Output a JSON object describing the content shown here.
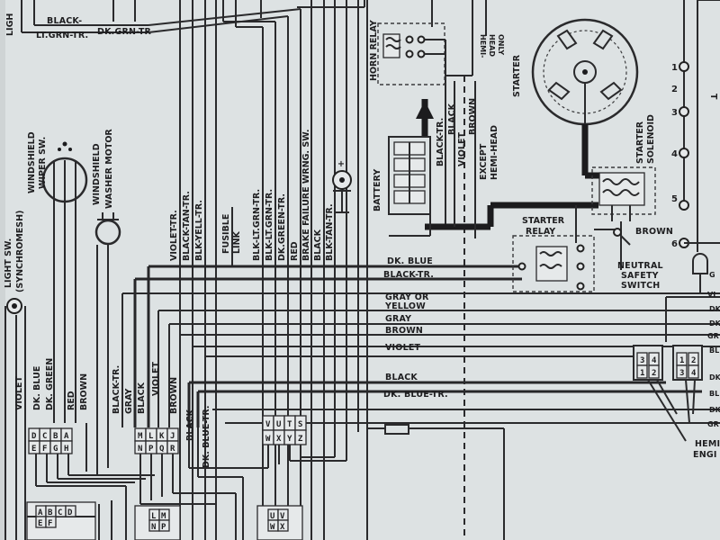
{
  "header": {
    "corner_label": "LIGH",
    "top_right_label": "T"
  },
  "wire_labels_top": {
    "black_lt_grn": "BLACK-",
    "black_lt_grn_2": "LT.GRN-TR.",
    "dk_grn_tr": "DK.GRN-TR"
  },
  "components": {
    "light_switch": [
      "LIGHT SW.",
      "(SYNCHROMESH)"
    ],
    "wiper_switch": [
      "WINDSHIELD",
      "WIPER SW."
    ],
    "washer_motor": [
      "WINDSHIELD",
      "WASHER MOTOR"
    ],
    "fusible_link": [
      "FUSIBLE",
      "LINK"
    ],
    "brake_switch": "BRAKE FAILURE WRNG. SW.",
    "horn_relay": "HORN RELAY",
    "hemi_head_only": [
      "HEMI-",
      "HEAD",
      "ONLY"
    ],
    "starter": "STARTER",
    "battery": "BATTERY",
    "except_hemi": [
      "EXCEPT",
      "HEMI-HEAD"
    ],
    "starter_solenoid": [
      "STARTER",
      "SOLENOID"
    ],
    "starter_relay": [
      "STARTER",
      "RELAY"
    ],
    "neutral_switch": [
      "NEUTRAL",
      "SAFETY",
      "SWITCH"
    ],
    "hemi_engine": [
      "HEMI",
      "ENGI"
    ]
  },
  "vertical_wires": {
    "violet_tr": "VIOLET-TR.",
    "black_tan_tr": "BLACK-TAN-TR.",
    "blk_yell_tr": "BLK-YELL-TR.",
    "blk_lt_grn_tr": "BLK-LT.GRN-TR.",
    "blk_lt_grn_tr_2": "BLK-LT.GRN-TR.",
    "dk_green_tr": "DK.GREEN-TR.",
    "red": "RED",
    "black_brake": "BLACK",
    "blk_tan_tr": "BLK-TAN-TR.",
    "black_tr_relay": "BLACK-TR.",
    "black_relay": "BLACK",
    "violet_relay": "VIOLET",
    "brown_relay": "BROWN",
    "brown_neutral": "BROWN",
    "violet_left": "VIOLET",
    "dk_blue": "DK. BLUE",
    "dk_green": "DK. GREEN",
    "red_left": "RED",
    "brown_left": "BROWN",
    "black_tr_mid": "BLACK-TR.",
    "gray_mid": "GRAY",
    "black_mid": "BLACK",
    "violet_mid": "VIOLET",
    "brown_mid": "BROWN",
    "black_lower": "BLACK",
    "dk_blue_tr_lower": "DK. BLUE-TR."
  },
  "horizontal_wires": [
    "DK. BLUE",
    "BLACK-TR.",
    "GRAY OR",
    "YELLOW",
    "GRAY",
    "BROWN",
    "VIOLET",
    "BLACK",
    "DK. BLUE-TR."
  ],
  "edge_numbers": [
    "1",
    "2",
    "3",
    "4",
    "5",
    "6"
  ],
  "right_edge_labels": [
    "G",
    "VI",
    "DK",
    "DK",
    "GR",
    "BL",
    "DK",
    "BL",
    "DK",
    "GR"
  ],
  "connectors": {
    "left_block": [
      [
        "D",
        "C",
        "B",
        "A"
      ],
      [
        "E",
        "F",
        "G",
        "H"
      ]
    ],
    "mid_block": [
      [
        "M",
        "L",
        "K",
        "J"
      ],
      [
        "N",
        "P",
        "Q",
        "R"
      ]
    ],
    "right_block": [
      [
        "V",
        "U",
        "T",
        "S"
      ],
      [
        "W",
        "X",
        "Y",
        "Z"
      ]
    ],
    "bottom_left": [
      "A",
      "B",
      "C",
      "D",
      "E",
      "F"
    ],
    "bottom_mid": [
      "L",
      "M",
      "N",
      "P"
    ],
    "bottom_right": [
      "U",
      "V",
      "W",
      "X"
    ],
    "pins_1234_a": [
      "3",
      "4",
      "1",
      "2"
    ],
    "pins_1234_b": [
      "1",
      "2",
      "3",
      "4"
    ]
  },
  "colors": {
    "paper": "#dde2e3",
    "ink": "#2a2a2c"
  }
}
